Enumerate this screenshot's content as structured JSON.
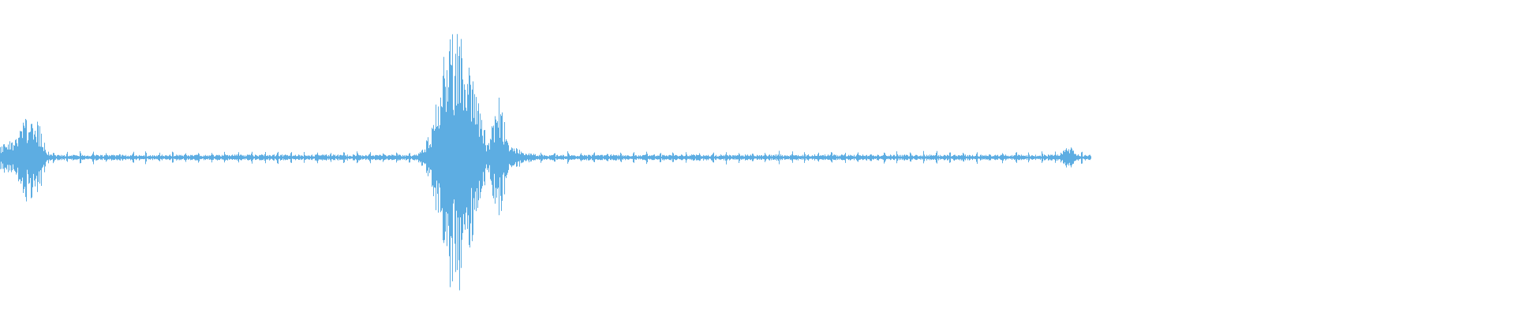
{
  "waveform": {
    "color": "#5DADE2",
    "played_fraction": 0.72,
    "bursts": [
      {
        "position": 0.005,
        "amplitude": 0.08,
        "spread": 0.006
      },
      {
        "position": 0.018,
        "amplitude": 0.22,
        "spread": 0.006
      },
      {
        "position": 0.024,
        "amplitude": 0.18,
        "spread": 0.004
      },
      {
        "position": 0.302,
        "amplitude": 0.72,
        "spread": 0.01
      },
      {
        "position": 0.309,
        "amplitude": 0.45,
        "spread": 0.006
      },
      {
        "position": 0.329,
        "amplitude": 0.3,
        "spread": 0.004
      },
      {
        "position": 0.338,
        "amplitude": 0.05,
        "spread": 0.01
      },
      {
        "position": 0.705,
        "amplitude": 0.05,
        "spread": 0.004
      }
    ],
    "baseline_amplitude": 0.015,
    "pulse_amplitude": 0.035,
    "pulse_every": 0.0087
  }
}
